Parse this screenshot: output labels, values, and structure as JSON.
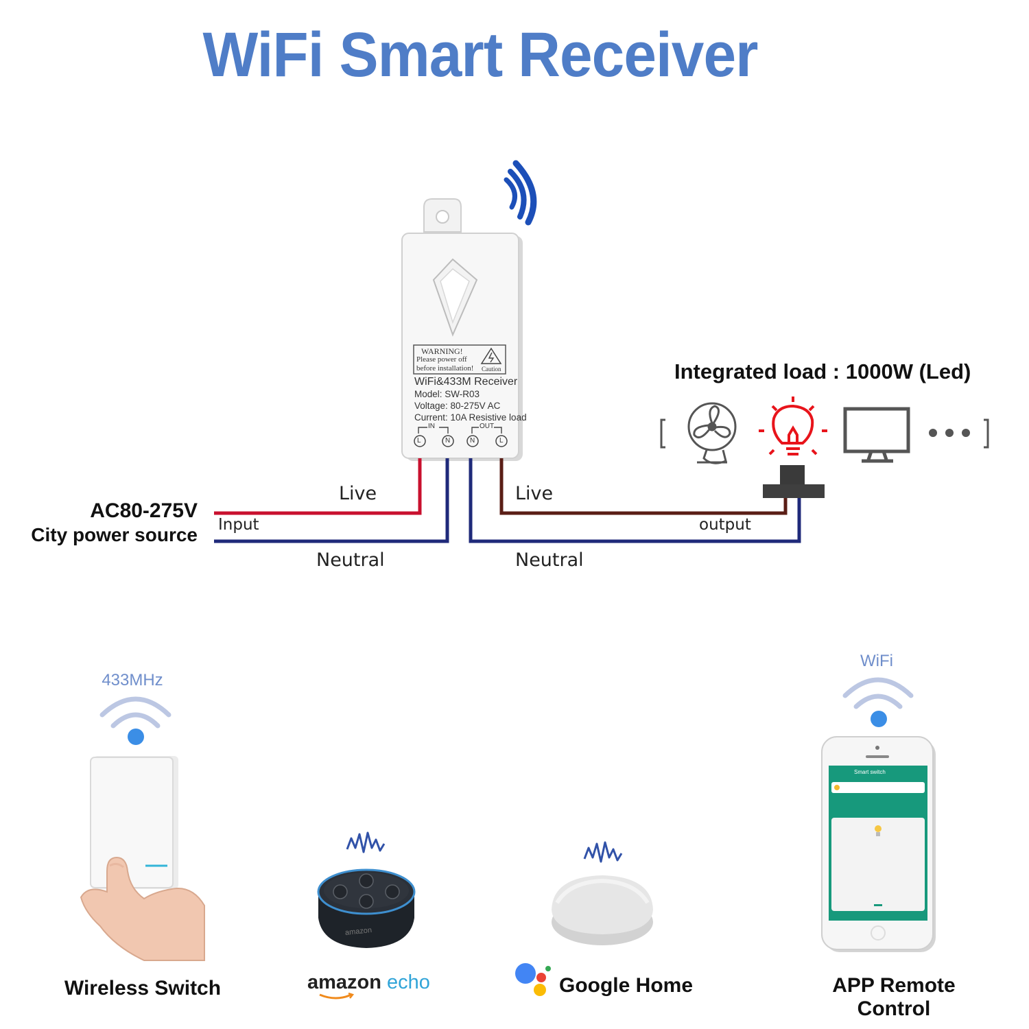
{
  "title": "WiFi Smart Receiver",
  "device": {
    "warning_title": "WARNING!",
    "warning_line1": "Please power off",
    "warning_line2": "before installation!",
    "caution": "Caution",
    "name": "WiFi&433M Receiver",
    "model": "Model: SW-R03",
    "voltage": "Voltage: 80-275V AC",
    "current": "Current: 10A Resistive load",
    "in_label": "IN",
    "out_label": "OUT",
    "terminals": [
      "L",
      "N",
      "N",
      "L"
    ]
  },
  "wiring": {
    "source_line1": "AC80-275V",
    "source_line2": "City power source",
    "input": "Input",
    "output": "output",
    "live_in": "Live",
    "neutral_in": "Neutral",
    "live_out": "Live",
    "neutral_out": "Neutral",
    "live_color": "#c8102e",
    "neutral_color": "#1f2a7a",
    "live_out_color": "#5a1e16"
  },
  "load": {
    "title": "Integrated load : 1000W (Led)",
    "icons": [
      "fan-icon",
      "bulb-icon",
      "monitor-icon",
      "ellipsis-icon"
    ]
  },
  "controls": {
    "rf_label": "433MHz",
    "wifi_label": "WiFi",
    "wireless_switch": "Wireless Switch",
    "amazon_word": "amazon",
    "echo_word": "echo",
    "echo_brand": "amazon",
    "google_home": "Google Home",
    "app_control": "APP Remote Control",
    "app_header": "Smart switch"
  },
  "colors": {
    "title": "#4f7dc7",
    "accent_blue": "#2e63c9",
    "app_green": "#17997c",
    "bulb_red": "#e8141b"
  }
}
